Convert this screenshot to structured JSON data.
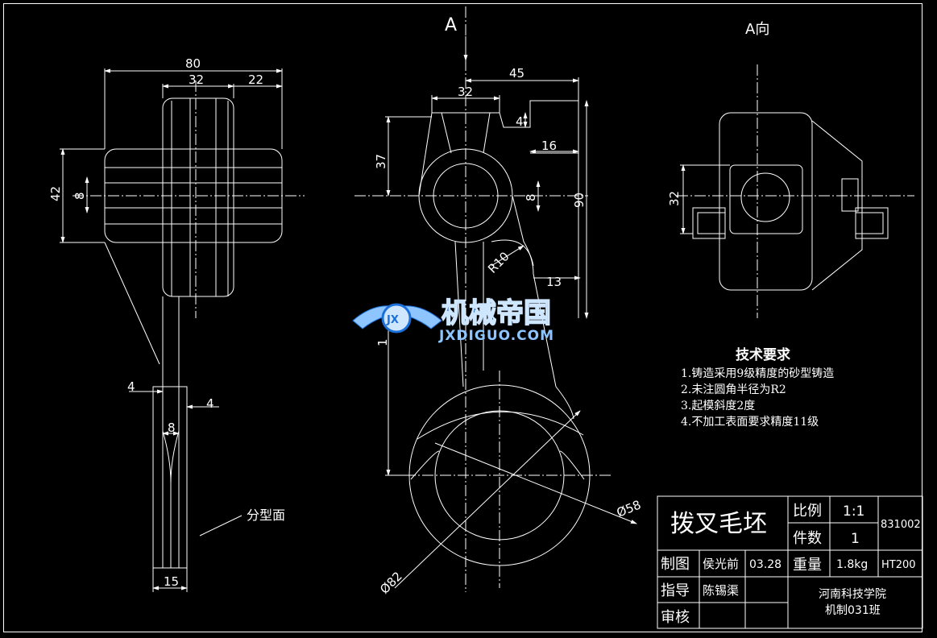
{
  "views": {
    "view_a_marker": "A",
    "view_a_title": "A向",
    "parting_label": "分型面"
  },
  "dimensions": {
    "overall_width": "80",
    "boss_width": "32",
    "right_offset": "22",
    "boss_height": "42",
    "slot_small": "8",
    "rib_left": "4",
    "rib_right": "4",
    "rib_width": "8",
    "base_width": "15",
    "front_offset": "45",
    "front_boss": "32",
    "step_small": "4",
    "step_16": "16",
    "height_37": "37",
    "slot_8": "8",
    "height_90": "90",
    "radius_r10": "R10",
    "dim_13": "13",
    "height_lower": "1",
    "dia_58": "Ø58",
    "dia_82": "Ø82",
    "view_a_32": "32"
  },
  "watermark": {
    "cn": "机械帝国",
    "en": "JXDIGUO.COM",
    "badge": "JX"
  },
  "tech_requirements": {
    "title": "技术要求",
    "items": [
      "1.铸造采用9级精度的砂型铸造",
      "2.未注圆角半径为R2",
      "3.起模斜度2度",
      "4.不加工表面要求精度11级"
    ]
  },
  "title_block": {
    "part_name": "拨叉毛坯",
    "scale_label": "比例",
    "scale_value": "1:1",
    "drawing_no": "831002",
    "qty_label": "件数",
    "qty_value": "1",
    "drawn_label": "制图",
    "drawn_name": "侯光前",
    "drawn_date": "03.28",
    "weight_label": "重量",
    "weight_value": "1.8kg",
    "material": "HT200",
    "guide_label": "指导",
    "guide_name": "陈锡渠",
    "review_label": "审核",
    "school": "河南科技学院",
    "class": "机制031班"
  },
  "colors": {
    "background": "#000000",
    "lines": "#ffffff",
    "watermark_blue": "#1d6fd8",
    "watermark_light": "#8ec5ff"
  }
}
